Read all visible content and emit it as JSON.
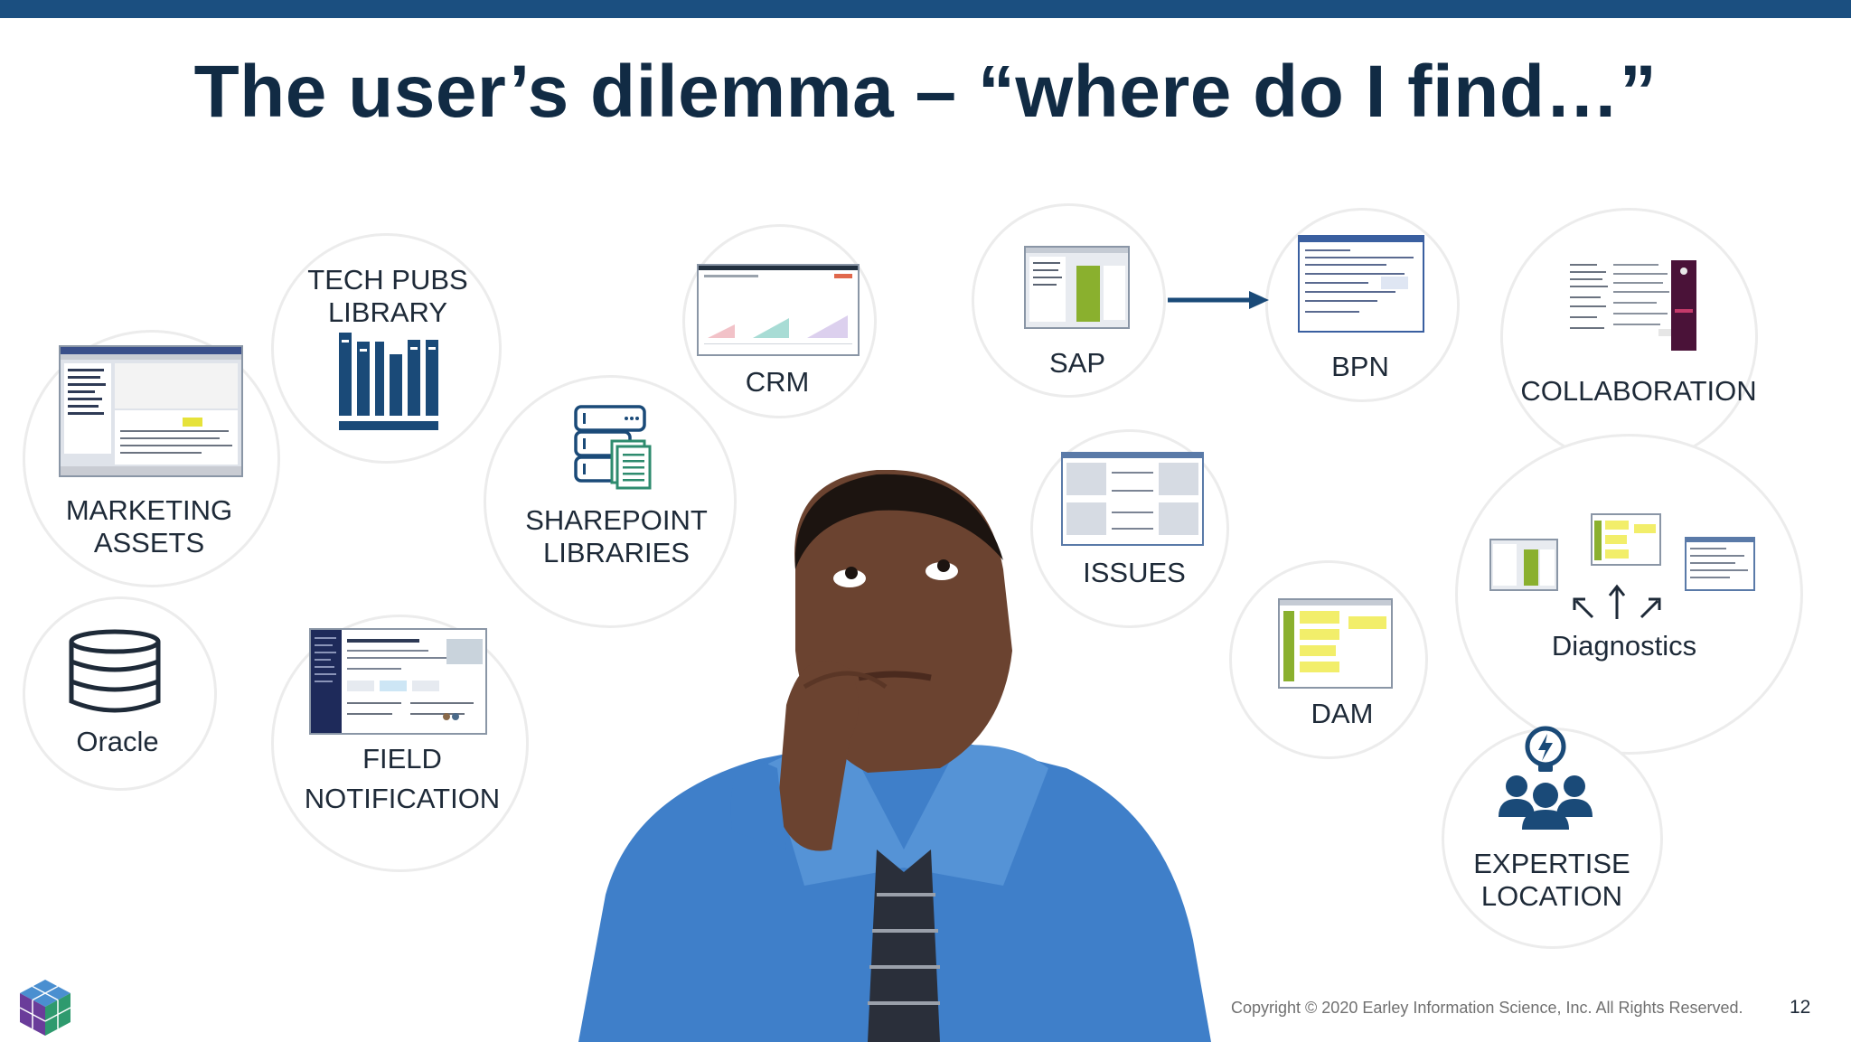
{
  "slide": {
    "title": "The user’s dilemma – “where do I find…”",
    "footer": "Copyright © 2020 Earley Information Science, Inc.  All Rights Reserved.",
    "page_number": "12"
  },
  "nodes": {
    "marketing_assets": {
      "line1": "MARKETING",
      "line2": "ASSETS"
    },
    "tech_pubs": {
      "line1": "TECH PUBS",
      "line2": "LIBRARY"
    },
    "sharepoint": {
      "line1": "SHAREPOINT",
      "line2": "LIBRARIES"
    },
    "crm": {
      "label": "CRM"
    },
    "sap": {
      "label": "SAP"
    },
    "bpn": {
      "label": "BPN"
    },
    "collaboration": {
      "label": "COLLABORATION"
    },
    "issues": {
      "label": "ISSUES"
    },
    "dam": {
      "label": "DAM"
    },
    "diagnostics": {
      "label": "Diagnostics"
    },
    "expertise": {
      "line1": "EXPERTISE",
      "line2": "LOCATION"
    },
    "oracle": {
      "label": "Oracle"
    },
    "field_notification": {
      "line1": "FIELD",
      "line2": "NOTIFICATION"
    }
  },
  "colors": {
    "brand_navy": "#1b4f80",
    "icon_navy": "#1a4a78",
    "accent_teal": "#2e8b6e"
  }
}
